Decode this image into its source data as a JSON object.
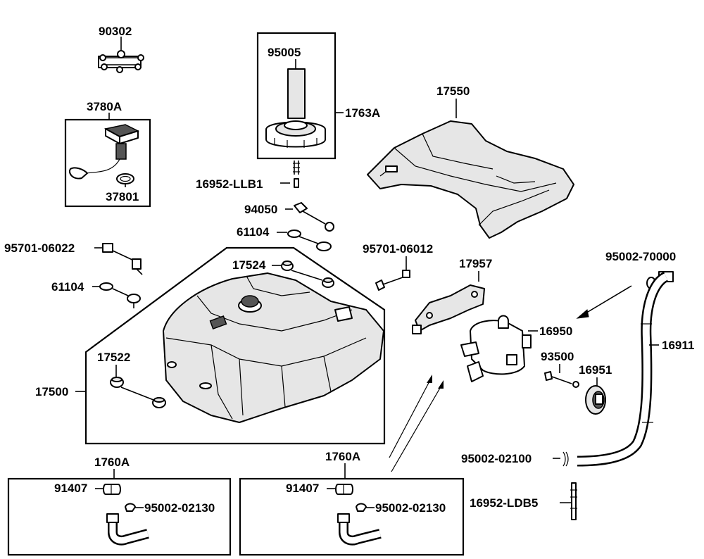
{
  "labels": {
    "p90302": "90302",
    "p3780A": "3780A",
    "p37801": "37801",
    "p95005": "95005",
    "p1763A": "1763A",
    "p16952_LLB1": "16952-LLB1",
    "p94050": "94050",
    "p61104_top": "61104",
    "p17550": "17550",
    "p95701_06022": "95701-06022",
    "p61104_left": "61104",
    "p17524": "17524",
    "p95701_06012": "95701-06012",
    "p17957": "17957",
    "p95002_70000": "95002-70000",
    "p16950": "16950",
    "p16911": "16911",
    "p17522": "17522",
    "p93500": "93500",
    "p16951": "16951",
    "p17500": "17500",
    "p1760A_left": "1760A",
    "p1760A_right": "1760A",
    "p95002_02100": "95002-02100",
    "p91407_left": "91407",
    "p95002_02130_left": "95002-02130",
    "p91407_right": "91407",
    "p95002_02130_right": "95002-02130",
    "p16952_LDB5": "16952-LDB5"
  }
}
